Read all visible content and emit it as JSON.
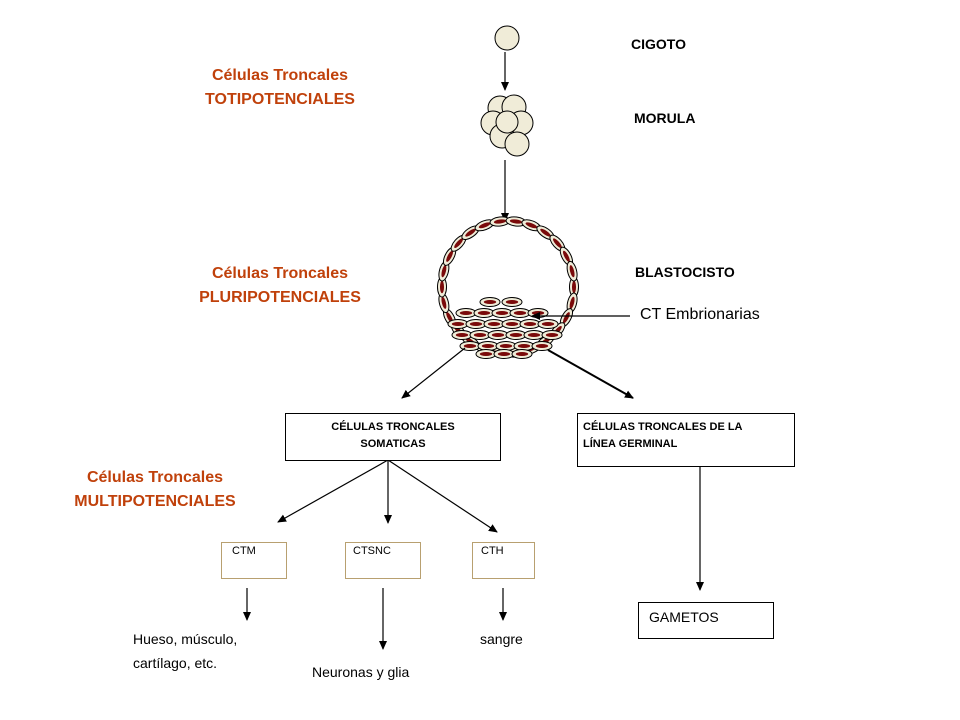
{
  "stages": {
    "zygote": "CIGOTO",
    "morula": "MORULA",
    "blastocyst": "BLASTOCISTO",
    "embryonic": "CT Embrionarias"
  },
  "categories": {
    "totipotent": {
      "line1": "Células Troncales",
      "line2": "TOTIPOTENCIALES"
    },
    "pluripotent": {
      "line1": "Células Troncales",
      "line2": "PLURIPOTENCIALES"
    },
    "multipotent": {
      "line1": "Células Troncales",
      "line2": "MULTIPOTENCIALES"
    }
  },
  "boxes": {
    "somatic": {
      "line1": "CÉLULAS TRONCALES",
      "line2": "SOMATICAS"
    },
    "germinal": {
      "line1": "CÉLULAS TRONCALES DE LA",
      "line2": "LÍNEA GERMINAL"
    },
    "ctm": "CTM",
    "ctsnc": "CTSNC",
    "cth": "CTH",
    "gametes": "GAMETOS"
  },
  "outcomes": {
    "bone": {
      "line1": "Hueso, músculo,",
      "line2": "cartílago, etc."
    },
    "neurons": "Neuronas y glia",
    "blood": "sangre"
  },
  "colors": {
    "category_text": "#c0410b",
    "cell_fill": "#f0ecd8",
    "nucleus_fill": "#7a0a0a",
    "small_box_border": "#b8a070"
  }
}
